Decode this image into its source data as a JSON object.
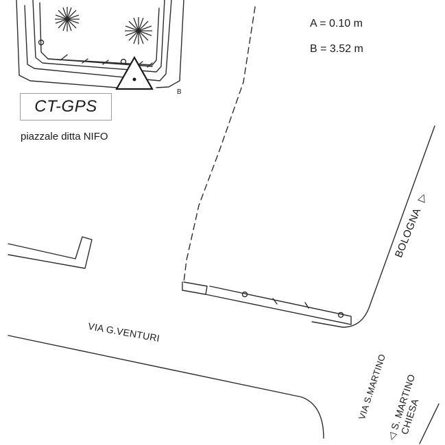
{
  "measurements": {
    "a": "A = 0.10 m",
    "b": "B = 3.52 m"
  },
  "station": {
    "label": "CT-GPS",
    "marker_letter": "B"
  },
  "places": {
    "yard": "piazzale ditta NIFO"
  },
  "streets": {
    "venturi": "VIA G.VENTURI",
    "bologna": "BOLOGNA",
    "smartino": "VIA S.MARTINO",
    "smartino_chiesa_1": "S. MARTINO",
    "smartino_chiesa_2": "CHIESA"
  },
  "symbols": {
    "direction_arrow": "▷",
    "direction_arrow_left": "◁"
  },
  "colors": {
    "line": "#2b2b2b",
    "box_border": "#9a9a9a"
  }
}
